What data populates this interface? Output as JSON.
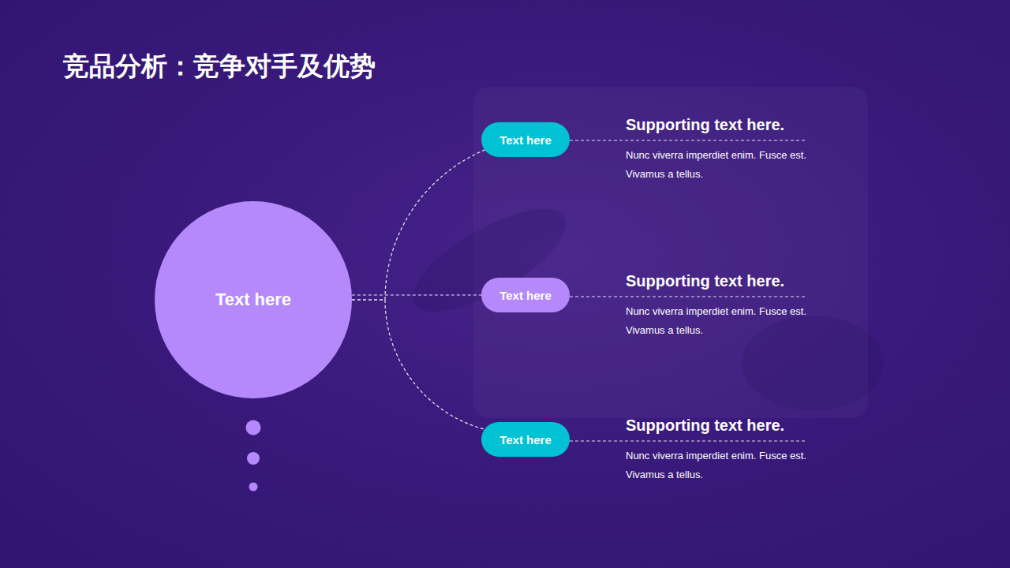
{
  "diagram": {
    "title": "竞品分析：竞争对手及优势",
    "nodes": [
      {
        "text": [
          "Text here"
        ]
      },
      {
        "text": [
          "Text here"
        ]
      },
      {
        "text": [
          "Text here"
        ]
      },
      {
        "text": [
          "Text here"
        ]
      }
    ],
    "edges": [
      {
        "from": 0,
        "to": 1,
        "arrow": "none"
      },
      {
        "from": 0,
        "to": 2,
        "arrow": "none"
      },
      {
        "from": 0,
        "to": 3,
        "arrow": "none"
      }
    ],
    "labels": [
      "Supporting text here.",
      "Nunc viverra imperdiet enim. Fusce est. Vivamus a tellus.",
      "Supporting text here.",
      "Nunc viverra imperdiet enim. Fusce est. Vivamus a tellus.",
      "Supporting text here.",
      "Nunc viverra imperdiet enim. Fusce est. Vivamus a tellus."
    ]
  }
}
